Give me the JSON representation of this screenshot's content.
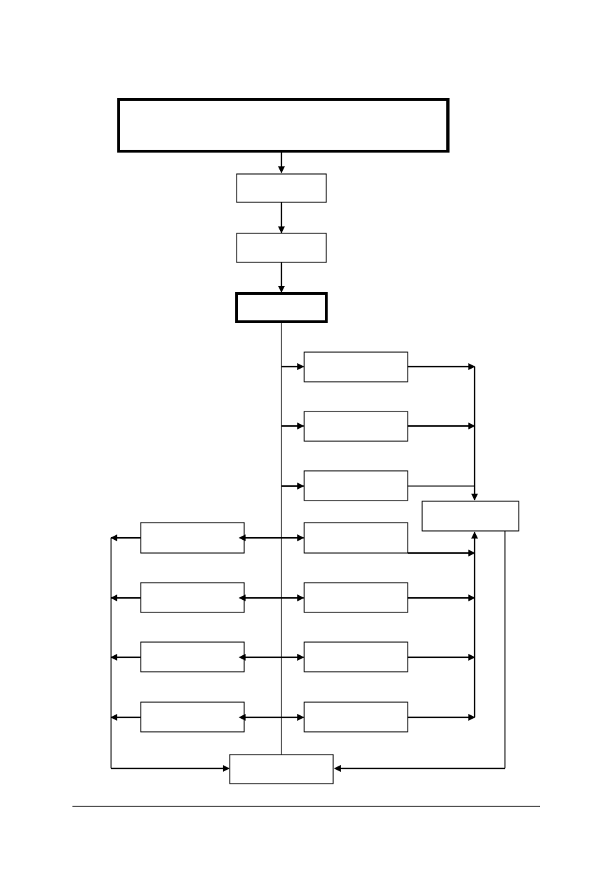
{
  "diagram": {
    "title_box_text": "",
    "footer_rule": true,
    "colors": {
      "stroke": "#000000",
      "fill": "#ffffff"
    },
    "nodes": [
      {
        "id": "title-box",
        "label": ""
      },
      {
        "id": "step-1",
        "label": ""
      },
      {
        "id": "step-2",
        "label": ""
      },
      {
        "id": "step-3",
        "label": ""
      },
      {
        "id": "right-col-1",
        "label": ""
      },
      {
        "id": "right-col-2",
        "label": ""
      },
      {
        "id": "right-col-3",
        "label": ""
      },
      {
        "id": "right-col-4",
        "label": ""
      },
      {
        "id": "right-col-5",
        "label": ""
      },
      {
        "id": "right-col-6",
        "label": ""
      },
      {
        "id": "right-col-7",
        "label": ""
      },
      {
        "id": "collector-box",
        "label": ""
      },
      {
        "id": "left-col-1",
        "label": ""
      },
      {
        "id": "left-col-2",
        "label": ""
      },
      {
        "id": "left-col-3",
        "label": ""
      },
      {
        "id": "left-col-4",
        "label": ""
      },
      {
        "id": "bottom-box",
        "label": ""
      }
    ]
  }
}
